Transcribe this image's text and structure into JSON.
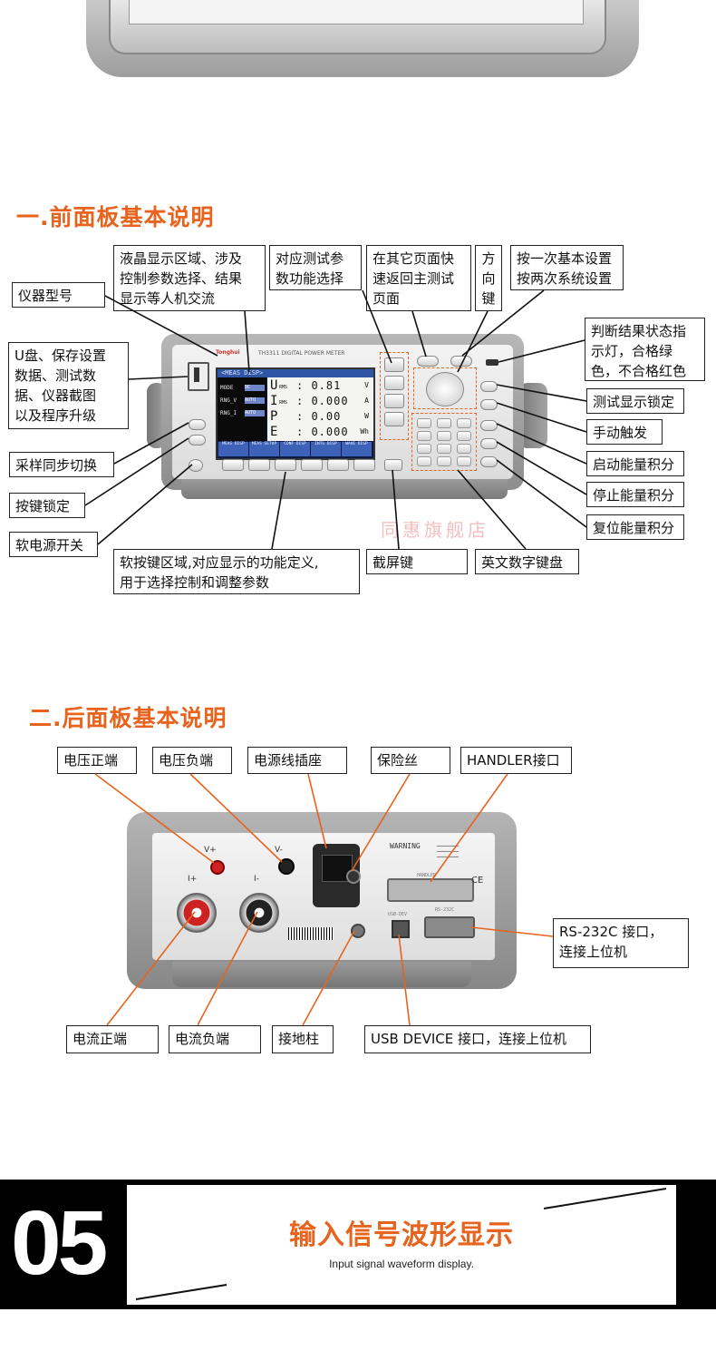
{
  "front_title": "一.前面板基本说明",
  "rear_title": "二.后面板基本说明",
  "front_callouts": {
    "lcd_area": "液晶显示区域、涉及\n控制参数选择、结果\n显示等人机交流",
    "measure_select": "对应测试参\n数功能选择",
    "return_main": "在其它页面快\n速返回主测试\n页面",
    "direction_key": "方\n向\n键",
    "setup_key": "按一次基本设置\n按两次系统设置",
    "model": "仪器型号",
    "usb_front": "U盘、保存设置\n数据、测试数\n据、仪器截图\n以及程序升级",
    "judge_led": "判断结果状态指\n示灯，合格绿\n色，不合格红色",
    "hold": "测试显示锁定",
    "trigger": "手动触发",
    "sync": "采样同步切换",
    "start_integ": "启动能量积分",
    "key_lock": "按键锁定",
    "stop_integ": "停止能量积分",
    "power": "软电源开关",
    "reset_integ": "复位能量积分",
    "softkeys": "软按键区域,对应显示的功能定义,\n用于选择控制和调整参数",
    "screenshot": "截屏键",
    "keypad": "英文数字键盘"
  },
  "rear_callouts": {
    "volt_pos": "电压正端",
    "volt_neg": "电压负端",
    "power_socket": "电源线插座",
    "fuse": "保险丝",
    "handler": "HANDLER接口",
    "rs232": "RS-232C 接口，\n连接上位机",
    "curr_pos": "电流正端",
    "curr_neg": "电流负端",
    "ground": "接地柱",
    "usb_device": "USB DEVICE 接口，连接上位机"
  },
  "device_front": {
    "brand": "Tonghui",
    "header": "TH3311 DIGITAL POWER METER",
    "lcd_top": "<MEAS DISP>",
    "side_labels": [
      "MODE",
      "RNG_V",
      "RNG_I"
    ],
    "side_values": [
      "DC",
      "AUTO",
      "AUTO"
    ],
    "rows": [
      {
        "sym": "U",
        "sub": "RMS",
        "val": ": 0.81",
        "unit": "V"
      },
      {
        "sym": "I",
        "sub": "RMS",
        "val": ": 0.000",
        "unit": "A"
      },
      {
        "sym": "P",
        "sub": "",
        "val": ": 0.00",
        "unit": "W"
      },
      {
        "sym": "E",
        "sub": "",
        "val": ": 0.000",
        "unit": "Wh"
      }
    ],
    "soft_labels": [
      "MEAS DISP",
      "MEAS SETUP",
      "CONF DISP",
      "INTG DISP",
      "WAVE DISP"
    ]
  },
  "device_rear": {
    "v_pos": "V+",
    "v_neg": "V-",
    "i_pos": "I+",
    "i_neg": "I-",
    "warning": "WARNING",
    "handler": "HANDLER",
    "usb": "USB-DEV",
    "rs232": "RS-232C"
  },
  "watermark": "同惠旗舰店",
  "banner": {
    "number": "05",
    "title": "输入信号波形显示",
    "subtitle": "Input signal waveform display."
  },
  "colors": {
    "accent": "#e8631d",
    "leader_line": "#111111",
    "dash": "#e8631d"
  }
}
